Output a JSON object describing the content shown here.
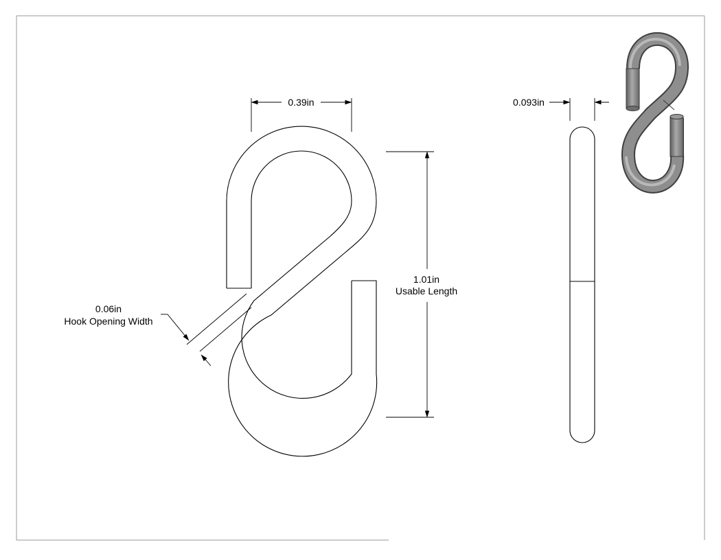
{
  "drawing": {
    "dimensions": {
      "top_width": "0.39in",
      "wire_diameter": "0.093in",
      "usable_length_value": "1.01in",
      "usable_length_label": "Usable Length",
      "hook_opening_value": "0.06in",
      "hook_opening_label": "Hook Opening Width"
    },
    "views": [
      "front-view",
      "side-view",
      "isometric-view"
    ]
  },
  "colors": {
    "line": "#000000",
    "shaded_fill": "#8c8c8c",
    "shaded_light": "#b8b8b8",
    "shaded_dark": "#555555",
    "border": "#9a9a9a",
    "background": "#ffffff"
  }
}
